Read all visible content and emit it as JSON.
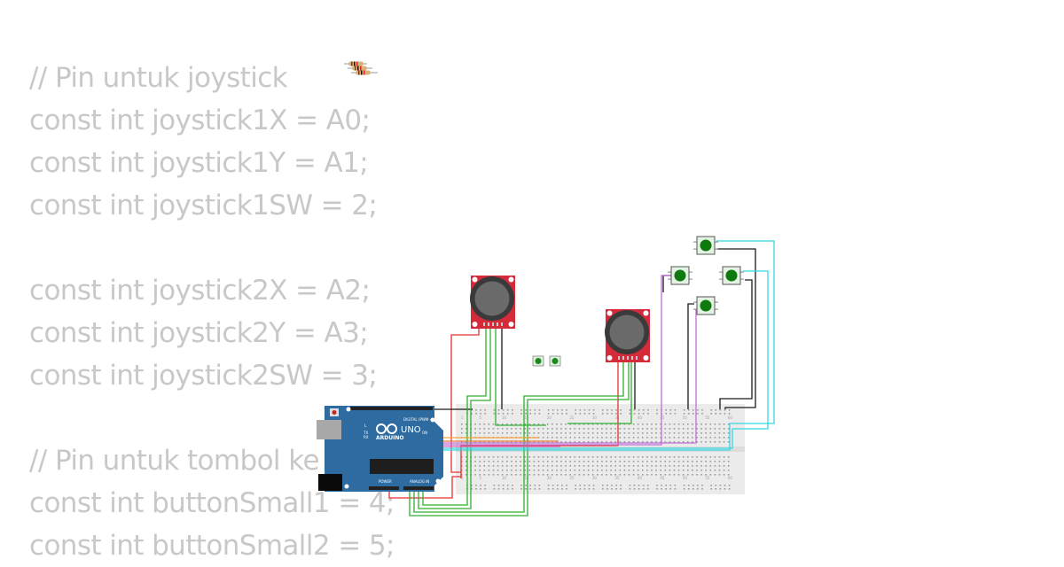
{
  "code": {
    "lines": [
      "// Pin untuk joystick",
      "const int joystick1X = A0;",
      "const int joystick1Y = A1;",
      "const int joystick1SW = 2;",
      "",
      "const int joystick2X = A2;",
      "const int joystick2Y = A3;",
      "const int joystick2SW = 3;",
      "",
      "// Pin untuk tombol ke",
      "const int buttonSmall1 = 4;",
      "const int buttonSmall2 = 5;"
    ]
  },
  "circuit": {
    "board": {
      "brand": "ARDUINO",
      "model": "UNO",
      "header_digital": "DIGITAL (PWM ~)",
      "header_power": "POWER",
      "header_analog": "ANALOG IN",
      "led_tx": "TX",
      "led_rx": "RX",
      "led_l": "L",
      "led_on": "ON",
      "color": "#2d6ba0"
    },
    "components": [
      {
        "type": "resistor",
        "count": 3
      },
      {
        "type": "joystick",
        "id": "joystick1"
      },
      {
        "type": "joystick",
        "id": "joystick2"
      },
      {
        "type": "pushbutton-small",
        "id": "buttonSmall1",
        "color": "#1a8a1a"
      },
      {
        "type": "pushbutton-small",
        "id": "buttonSmall2",
        "color": "#1a8a1a"
      },
      {
        "type": "pushbutton",
        "id": "button-up",
        "color": "#0e7a0e"
      },
      {
        "type": "pushbutton",
        "id": "button-left",
        "color": "#0e7a0e"
      },
      {
        "type": "pushbutton",
        "id": "button-right",
        "color": "#0e7a0e"
      },
      {
        "type": "pushbutton",
        "id": "button-down",
        "color": "#0e7a0e"
      },
      {
        "type": "breadboard",
        "id": "breadboard-full"
      }
    ],
    "breadboard_columns": [
      "1",
      "5",
      "10",
      "15",
      "20",
      "25",
      "30",
      "35",
      "40",
      "45",
      "50",
      "55",
      "60"
    ],
    "breadboard_rows_top": [
      "a",
      "b",
      "c",
      "d",
      "e"
    ],
    "breadboard_rows_bottom": [
      "f",
      "g",
      "h",
      "i",
      "j"
    ],
    "wire_colors": {
      "power": "#e8312f",
      "ground": "#1a1a1a",
      "analog": "#2fb12f",
      "digital_violet": "#c070d8",
      "digital_cyan": "#35d7e3",
      "digital_orange": "#f7a531",
      "digital_magenta": "#e060c0"
    }
  }
}
